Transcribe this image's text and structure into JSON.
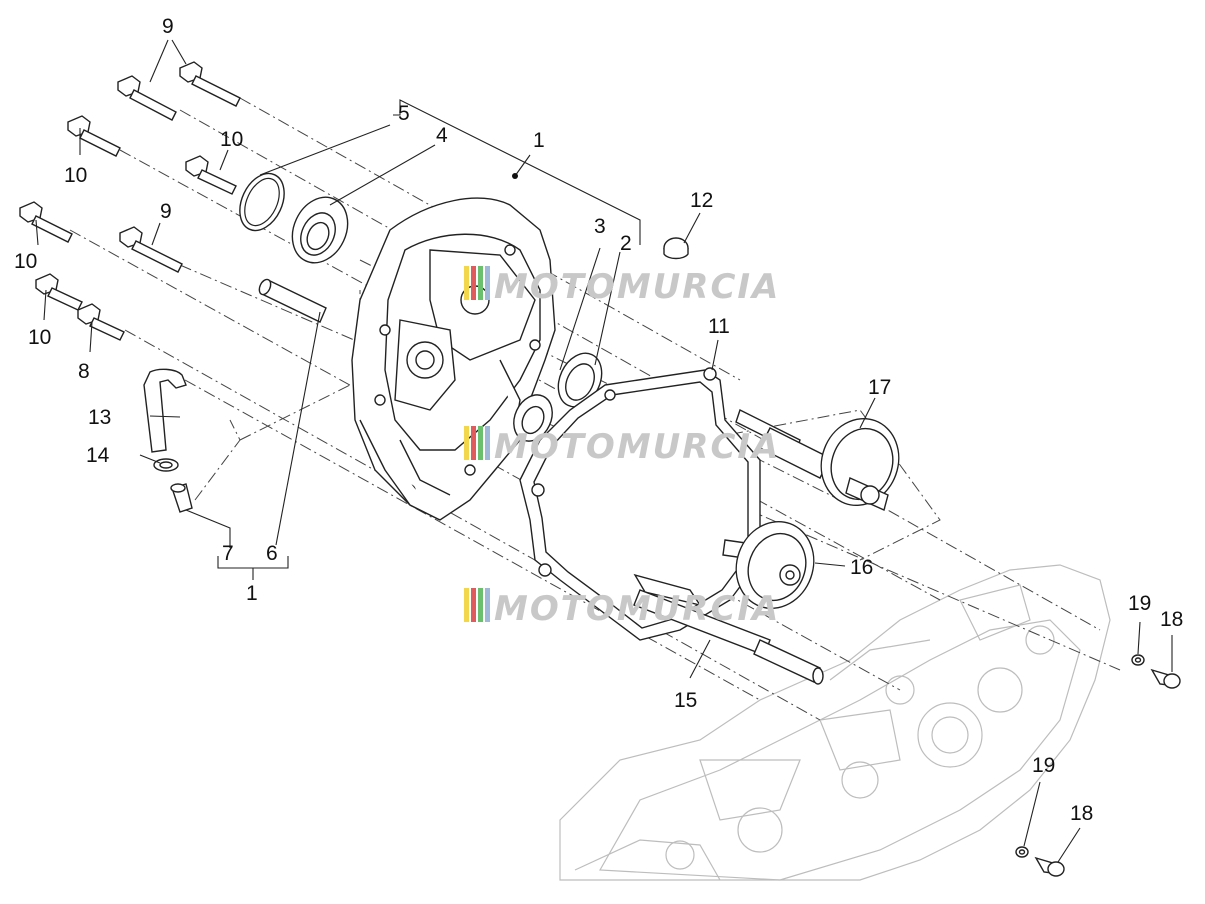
{
  "watermark": {
    "text": "MOTOMURCIA",
    "stripe_colors": [
      "#f2d64b",
      "#e05b5b",
      "#6cbf6c",
      "#9fb8d8"
    ]
  },
  "callouts": [
    {
      "id": "c1-top",
      "label": "1"
    },
    {
      "id": "c1-bottom",
      "label": "1"
    },
    {
      "id": "c2",
      "label": "2"
    },
    {
      "id": "c3",
      "label": "3"
    },
    {
      "id": "c4",
      "label": "4"
    },
    {
      "id": "c5",
      "label": "5"
    },
    {
      "id": "c6",
      "label": "6"
    },
    {
      "id": "c7",
      "label": "7"
    },
    {
      "id": "c8",
      "label": "8"
    },
    {
      "id": "c9-top",
      "label": "9"
    },
    {
      "id": "c9-mid",
      "label": "9"
    },
    {
      "id": "c10-a",
      "label": "10"
    },
    {
      "id": "c10-b",
      "label": "10"
    },
    {
      "id": "c10-c",
      "label": "10"
    },
    {
      "id": "c10-d",
      "label": "10"
    },
    {
      "id": "c11",
      "label": "11"
    },
    {
      "id": "c12",
      "label": "12"
    },
    {
      "id": "c13",
      "label": "13"
    },
    {
      "id": "c14",
      "label": "14"
    },
    {
      "id": "c15",
      "label": "15"
    },
    {
      "id": "c16",
      "label": "16"
    },
    {
      "id": "c17",
      "label": "17"
    },
    {
      "id": "c18-top",
      "label": "18"
    },
    {
      "id": "c18-bottom",
      "label": "18"
    },
    {
      "id": "c19-top",
      "label": "19"
    },
    {
      "id": "c19-bottom",
      "label": "19"
    }
  ]
}
